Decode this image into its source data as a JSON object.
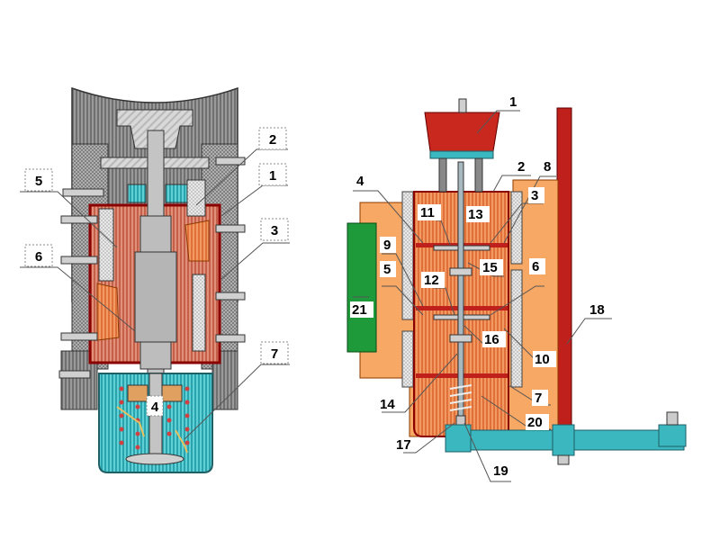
{
  "diagrams": [
    {
      "id": "left",
      "callouts": [
        "1",
        "2",
        "3",
        "4",
        "5",
        "6",
        "7"
      ]
    },
    {
      "id": "right",
      "callouts": [
        "1",
        "2",
        "3",
        "4",
        "5",
        "6",
        "7",
        "8",
        "9",
        "10",
        "11",
        "12",
        "13",
        "14",
        "15",
        "16",
        "17",
        "18",
        "19",
        "20",
        "21"
      ]
    }
  ],
  "colors": {
    "housing_gray": "#8c8c8c",
    "copper": "#e0795a",
    "teal": "#3ab7bf",
    "orange": "#f7a864",
    "red_tube": "#c0201c",
    "green_block": "#1e9a3a"
  }
}
